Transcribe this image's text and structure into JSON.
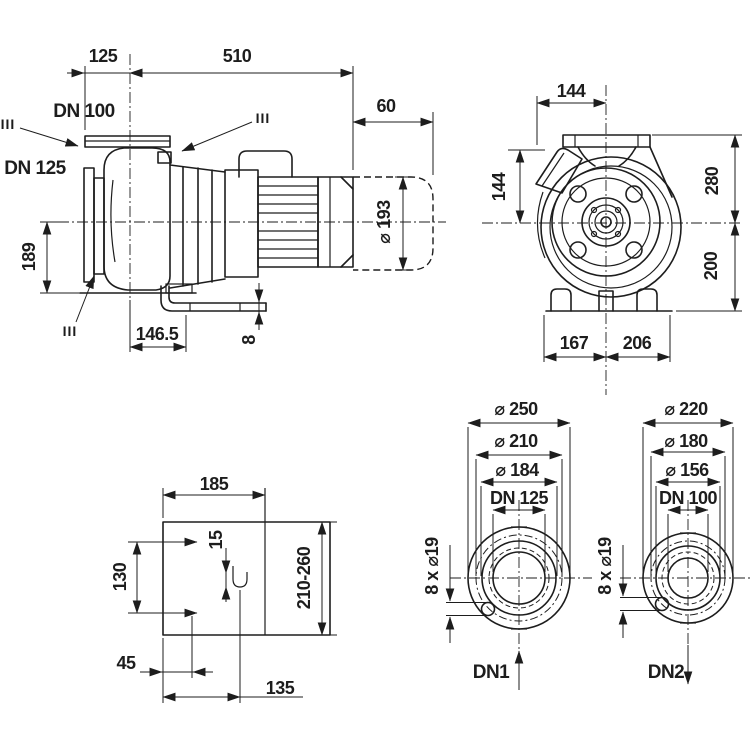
{
  "drawing": {
    "background": "#ffffff",
    "line_color": "#1d1d1d",
    "views": {
      "side": {
        "name": "pump-side-view",
        "dims": {
          "w125": "125",
          "w510": "510",
          "w60": "60",
          "dn_discharge": "DN 100",
          "dn_suction": "DN 125",
          "h189": "189",
          "w146_5": "146.5",
          "dia193": "⌀ 193",
          "h8": "8"
        },
        "section_markers": [
          "III",
          "III",
          "III"
        ]
      },
      "front": {
        "name": "pump-front-view",
        "dims": {
          "w144_top": "144",
          "h144_left": "144",
          "h280": "280",
          "h200": "200",
          "w167": "167",
          "w206": "206"
        }
      },
      "base": {
        "name": "baseplate-plan-view",
        "dims": {
          "w185": "185",
          "h130": "130",
          "s15": "15",
          "range": "210-260",
          "w45": "45",
          "w135": "135"
        }
      },
      "flange1": {
        "name": "suction-flange-view",
        "dims": {
          "outer": "⌀ 250",
          "bolt_circle": "⌀ 210",
          "raised_face": "⌀ 184",
          "nominal": "DN 125",
          "holes": "8 x ⌀19",
          "port": "DN1"
        }
      },
      "flange2": {
        "name": "discharge-flange-view",
        "dims": {
          "outer": "⌀ 220",
          "bolt_circle": "⌀ 180",
          "raised_face": "⌀ 156",
          "nominal": "DN 100",
          "holes": "8 x ⌀19",
          "port": "DN2"
        }
      }
    }
  }
}
